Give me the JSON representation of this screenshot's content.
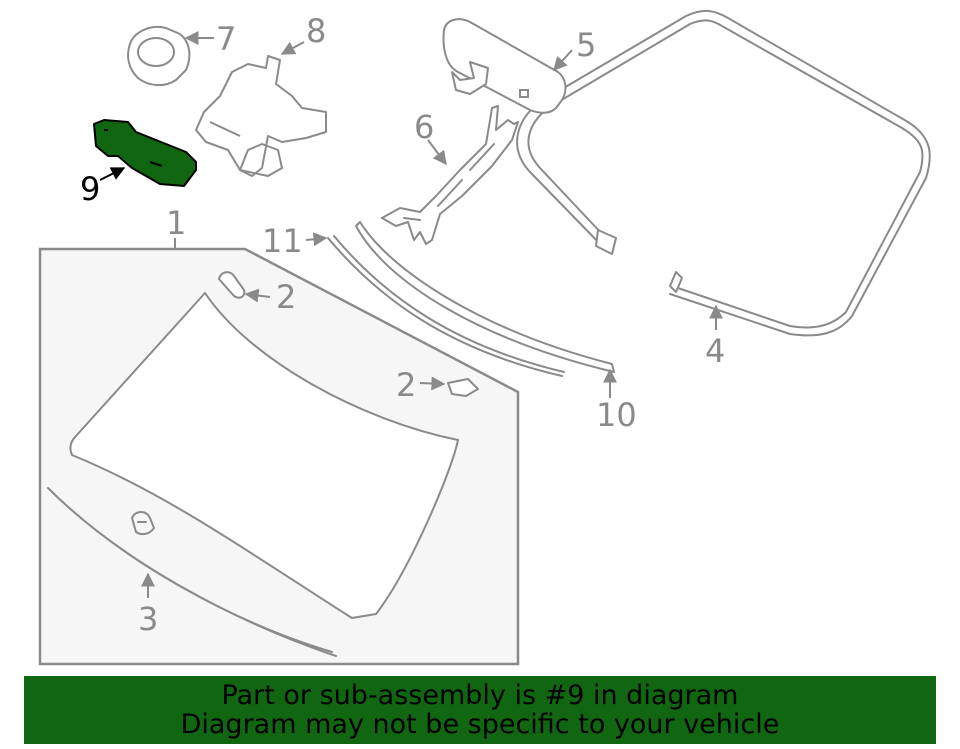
{
  "diagram": {
    "highlight_color": "#116611",
    "callouts": {
      "c1": "1",
      "c2a": "2",
      "c2b": "2",
      "c3": "3",
      "c4": "4",
      "c5": "5",
      "c6": "6",
      "c7": "7",
      "c8": "8",
      "c9": "9",
      "c10": "10",
      "c11": "11"
    }
  },
  "banner": {
    "line1": "Part or sub-assembly is #9 in diagram",
    "line2": "Diagram may not be specific to your vehicle",
    "background": "#116611"
  }
}
